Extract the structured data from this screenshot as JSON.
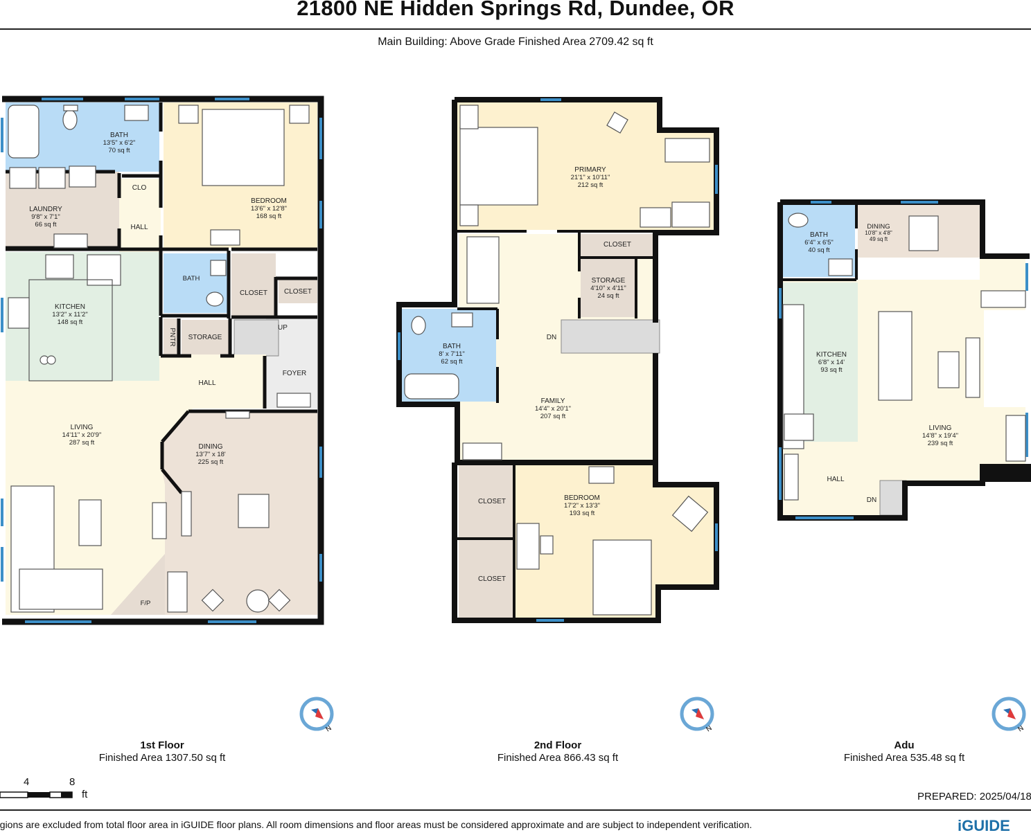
{
  "header": {
    "title": "21800 NE Hidden Springs Rd, Dundee, OR",
    "subtitle": "Main Building: Above Grade Finished Area 2709.42 sq ft"
  },
  "floors": [
    {
      "name": "1st Floor",
      "area": "Finished Area 1307.50 sq ft"
    },
    {
      "name": "2nd Floor",
      "area": "Finished Area 866.43 sq ft"
    },
    {
      "name": "Adu",
      "area": "Finished Area 535.48 sq ft"
    }
  ],
  "rooms_floor1": {
    "bath": [
      "BATH",
      "13'5\" x 6'2\"",
      "70 sq ft"
    ],
    "bedroom": [
      "BEDROOM",
      "13'6\" x 12'8\"",
      "168 sq ft"
    ],
    "laundry": [
      "LAUNDRY",
      "9'8\" x 7'1\"",
      "66 sq ft"
    ],
    "kitchen": [
      "KITCHEN",
      "13'2\" x 11'2\"",
      "148 sq ft"
    ],
    "living": [
      "LIVING",
      "14'11\" x 20'9\"",
      "287 sq ft"
    ],
    "dining": [
      "DINING",
      "13'7\" x 18'",
      "225 sq ft"
    ],
    "small": {
      "clo": "CLO",
      "hall1": "HALL",
      "bath2": "BATH",
      "closet1": "CLOSET",
      "closet2": "CLOSET",
      "pntr": "PNTR",
      "storage": "STORAGE",
      "up": "UP",
      "hall2": "HALL",
      "foyer": "FOYER",
      "fp": "F/P"
    }
  },
  "rooms_floor2": {
    "primary": [
      "PRIMARY",
      "21'1\" x 10'11\"",
      "212 sq ft"
    ],
    "storage": [
      "STORAGE",
      "4'10\" x 4'11\"",
      "24 sq ft"
    ],
    "bath": [
      "BATH",
      "8' x 7'11\"",
      "62 sq ft"
    ],
    "family": [
      "FAMILY",
      "14'4\" x 20'1\"",
      "207 sq ft"
    ],
    "bedroom": [
      "BEDROOM",
      "17'2\" x 13'3\"",
      "193 sq ft"
    ],
    "small": {
      "closet1": "CLOSET",
      "dn": "DN",
      "closet2": "CLOSET",
      "closet3": "CLOSET"
    }
  },
  "rooms_adu": {
    "bath": [
      "BATH",
      "6'4\" x 6'5\"",
      "40 sq ft"
    ],
    "dining": [
      "DINING",
      "10'8\" x 4'8\"",
      "49 sq ft"
    ],
    "kitchen": [
      "KITCHEN",
      "6'8\" x 14'",
      "93 sq ft"
    ],
    "living": [
      "LIVING",
      "14'8\" x 19'4\"",
      "239 sq ft"
    ],
    "small": {
      "hall": "HALL",
      "dn": "DN"
    }
  },
  "compass": {
    "north_label": "N"
  },
  "scale": {
    "tick1": "4",
    "tick2": "8",
    "unit": "ft"
  },
  "footer": {
    "prepared": "PREPARED: 2025/04/18",
    "disclaimer": "egions are excluded from total floor area in iGUIDE floor plans. All room dimensions and floor areas must be considered approximate and are subject to independent verification.",
    "brand": "iGUIDE"
  },
  "colors": {
    "wall": "#111111",
    "window": "#3c8fc8",
    "bath": "#b9dcf6",
    "bedroom": "#fdf1cf",
    "kitchen": "#e2efe3",
    "laundry": "#e7ddd3",
    "living": "#fdf8e3",
    "dining": "#ede2d7",
    "hall": "#fdf8e3",
    "closet": "#e6dcd2",
    "foyer": "#ececec",
    "stairs": "#dcdcdc"
  }
}
